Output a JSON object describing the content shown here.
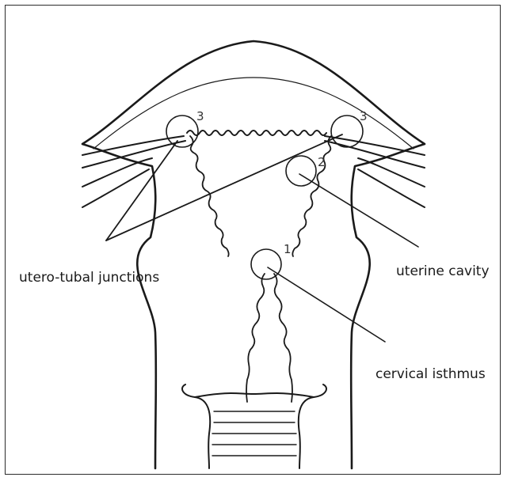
{
  "labels": {
    "utero_tubal": "utero-tubal junctions",
    "uterine_cavity": "uterine cavity",
    "cervical_isthmus": "cervical isthmus"
  },
  "markers": {
    "junction_left": "3",
    "junction_right": "3",
    "cavity": "2",
    "isthmus": "1"
  },
  "colors": {
    "line": "#1a1a1a",
    "background": "#ffffff"
  }
}
